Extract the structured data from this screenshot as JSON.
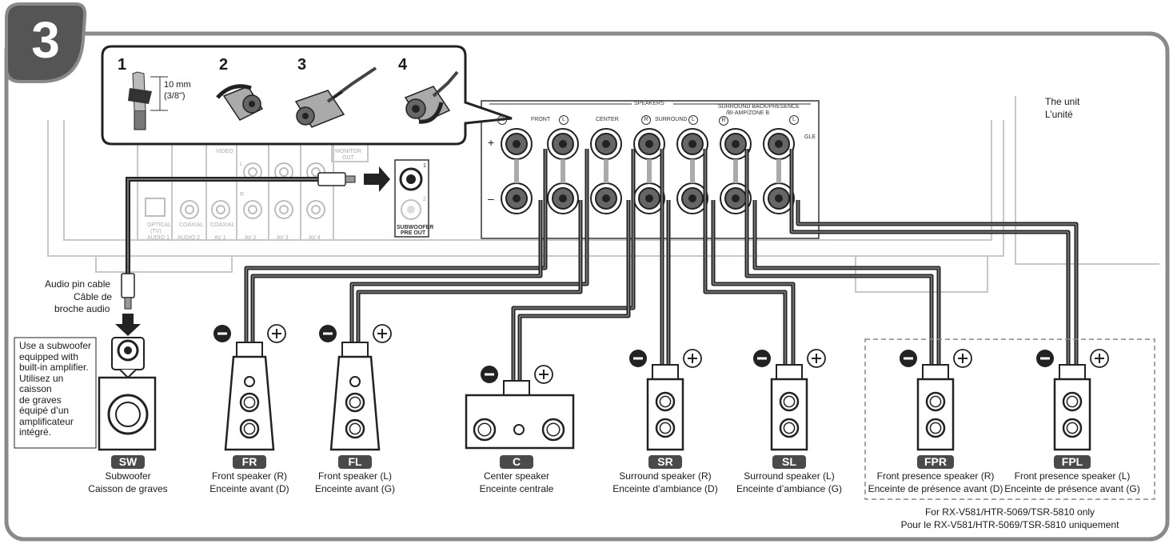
{
  "step_number": "3",
  "inset_steps": [
    "1",
    "2",
    "3",
    "4"
  ],
  "strip_length": "10 mm",
  "strip_length_in": "(3/8\")",
  "unit_label": [
    "The unit",
    "L’unité"
  ],
  "panel_labels": {
    "speakers": "SPEAKERS",
    "front": "FRONT",
    "center": "CENTER",
    "surround": "SURROUND",
    "surround_back": "SURROUND BACK/PRESENCE",
    "bi_amp": "/BI-AMP/ZONE B",
    "single": "GLE",
    "r": "R",
    "l": "L",
    "plus": "+",
    "minus": "–"
  },
  "receiver_labels": {
    "video": "VIDEO",
    "monitor_out": "MONITOR",
    "monitor_out2": "OUT",
    "optical": "OPTICAL",
    "tv": "(TV)",
    "coaxial": "COAXIAL",
    "coaxial2": "COAXIAL",
    "audio1": "AUDIO 1",
    "audio2": "AUDIO 2",
    "av1": "AV 1",
    "av2": "AV 2",
    "av3": "AV 3",
    "av4": "AV 4",
    "sub_pre_out": "SUBWOOFER",
    "sub_pre_out2": "PRE OUT",
    "jack1": "1",
    "jack2": "2",
    "l_mark": "L",
    "r_mark": "R"
  },
  "cable_label": [
    "Audio pin cable",
    "Câble de",
    "broche audio"
  ],
  "subwoofer_note": [
    "Use a subwoofer",
    "equipped with",
    "built-in amplifier.",
    "Utilisez un",
    "caisson",
    "de graves",
    "équipé d’un",
    "amplificateur",
    "intégré."
  ],
  "speakers": [
    {
      "tag": "SW",
      "lines": [
        "Subwoofer",
        "Caisson de graves"
      ]
    },
    {
      "tag": "FR",
      "lines": [
        "Front speaker (R)",
        "Enceinte avant (D)"
      ]
    },
    {
      "tag": "FL",
      "lines": [
        "Front speaker (L)",
        "Enceinte avant (G)"
      ]
    },
    {
      "tag": "C",
      "lines": [
        "Center speaker",
        "Enceinte centrale"
      ]
    },
    {
      "tag": "SR",
      "lines": [
        "Surround speaker (R)",
        "Enceinte d’ambiance (D)"
      ]
    },
    {
      "tag": "SL",
      "lines": [
        "Surround speaker (L)",
        "Enceinte d’ambiance (G)"
      ]
    },
    {
      "tag": "FPR",
      "lines": [
        "Front presence speaker (R)",
        "Enceinte de présence avant (D)"
      ]
    },
    {
      "tag": "FPL",
      "lines": [
        "Front presence speaker (L)",
        "Enceinte de présence avant (G)"
      ]
    }
  ],
  "model_note": [
    "For RX-V581/HTR-5069/TSR-5810 only",
    "Pour le RX-V581/HTR-5069/TSR-5810 uniquement"
  ],
  "terminal_signs": {
    "minus": "−",
    "plus": "+"
  },
  "colors": {
    "frame": "#8a8a8a",
    "badge": "#555555",
    "tag": "#4a4a4a",
    "wire": "#222222"
  }
}
